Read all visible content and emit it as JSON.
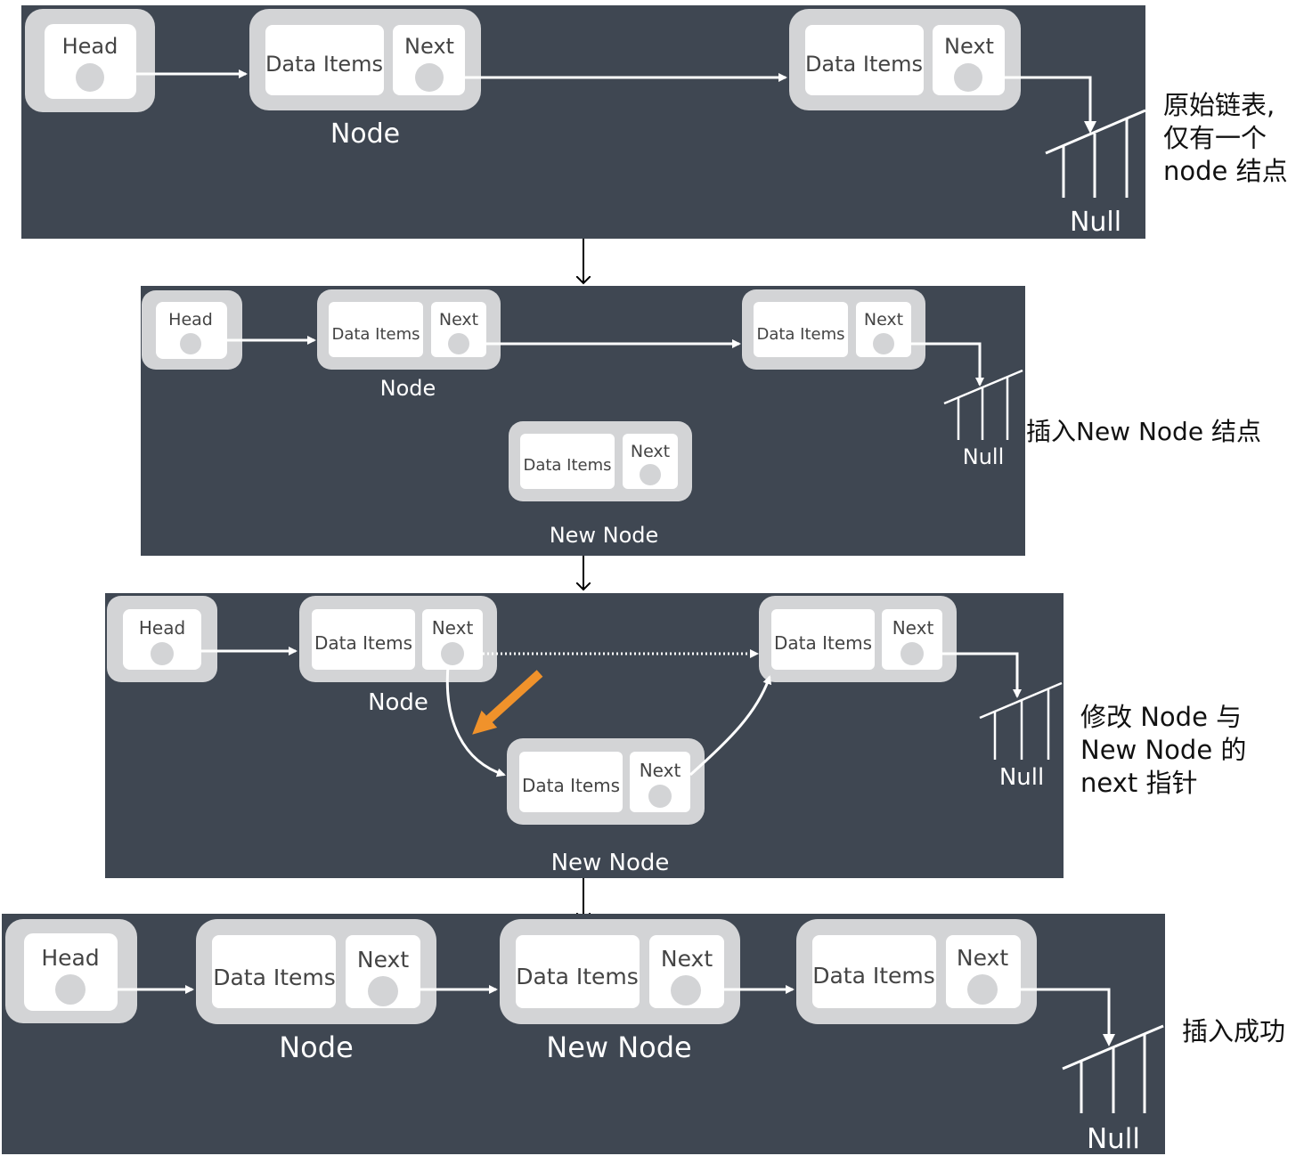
{
  "labels": {
    "head": "Head",
    "data_items": "Data Items",
    "next": "Next",
    "node": "Node",
    "new_node": "New Node",
    "null": "Null"
  },
  "captions": {
    "step1": [
      "原始链表,",
      "仅有一个",
      "node 结点"
    ],
    "step2": [
      "插入New Node 结点"
    ],
    "step3": [
      "修改 Node 与",
      "New Node 的",
      "next 指针"
    ],
    "step4": [
      "插入成功"
    ]
  },
  "colors": {
    "panel_background": "#3f4752",
    "node_border": "#d3d4d6",
    "node_fill": "#ffffff",
    "connector": "#ffffff",
    "highlight_arrow": "#f0922b",
    "step_arrow": "#000000"
  },
  "icons": {
    "null_symbol": "ground-hatch",
    "pointer_dot": "circle"
  }
}
